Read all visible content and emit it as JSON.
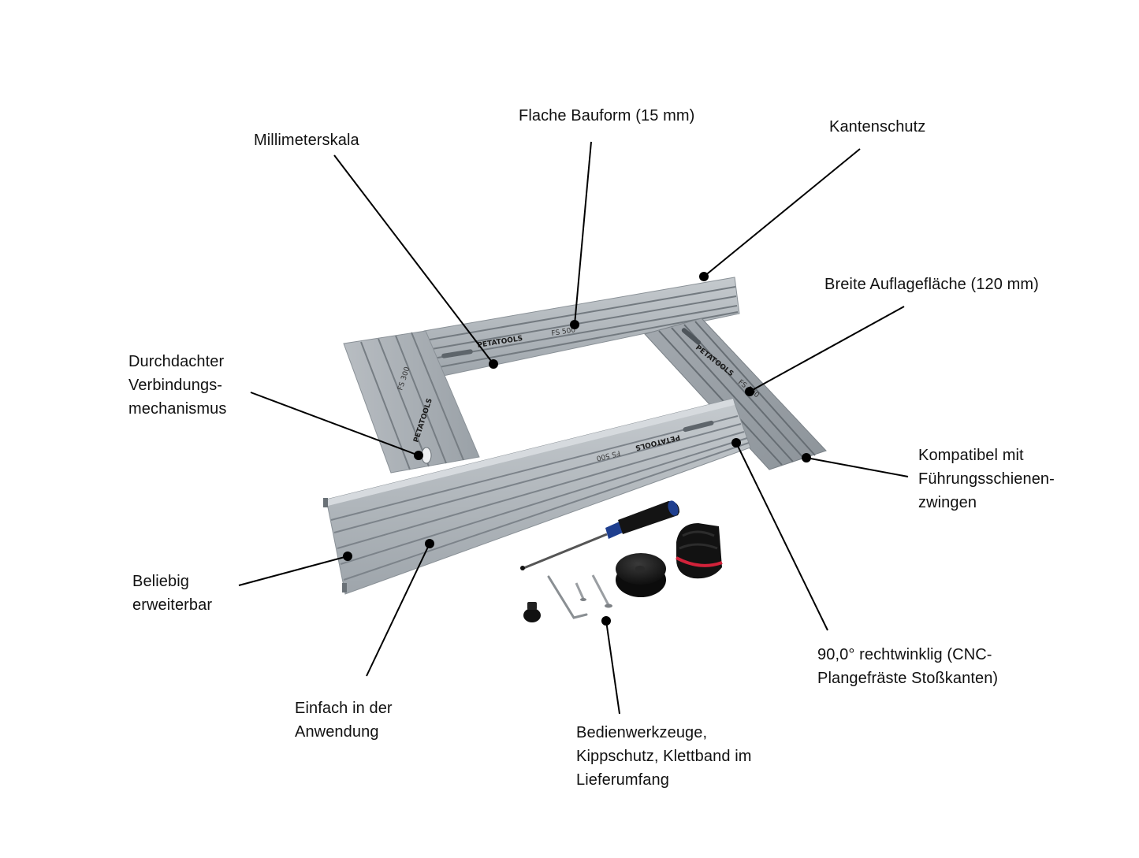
{
  "diagram": {
    "product_brand": "PETATOOLS",
    "rail_models": [
      "FS 500",
      "FS 300"
    ],
    "colors": {
      "aluminium": "#a7adb3",
      "aluminium_light": "#c3c8cd",
      "aluminium_dark": "#7d848b",
      "groove": "#6f767d",
      "callout": "#000000",
      "accessory_black": "#141414",
      "handle_blue": "#1f3f8f",
      "strap_red": "#d2223a"
    },
    "callouts": [
      {
        "id": "millimeterskala",
        "lines": [
          "Millimeterskala"
        ]
      },
      {
        "id": "flache-bauform",
        "lines": [
          "Flache Bauform (15 mm)"
        ]
      },
      {
        "id": "kantenschutz",
        "lines": [
          "Kantenschutz"
        ]
      },
      {
        "id": "breite-auflageflaeche",
        "lines": [
          "Breite Auflagefläche (120 mm)"
        ]
      },
      {
        "id": "verbindungsmechanismus",
        "lines": [
          "Durchdachter",
          "Verbindungs-",
          "mechanismus"
        ]
      },
      {
        "id": "kompatibel",
        "lines": [
          "Kompatibel mit",
          "Führungsschienen-",
          "zwingen"
        ]
      },
      {
        "id": "erweiterbar",
        "lines": [
          "Beliebig",
          "erweiterbar"
        ]
      },
      {
        "id": "rechtwinklig",
        "lines": [
          "90,0° rechtwinklig (CNC-",
          "Plangefräste Stoßkanten)"
        ]
      },
      {
        "id": "einfach",
        "lines": [
          "Einfach in der",
          "Anwendung"
        ]
      },
      {
        "id": "lieferumfang",
        "lines": [
          "Bedienwerkzeuge,",
          "Kippschutz, Klettband im",
          "Lieferumfang"
        ]
      }
    ],
    "accessories": [
      {
        "name": "screwdriver"
      },
      {
        "name": "allen-key"
      },
      {
        "name": "short-screw"
      },
      {
        "name": "long-screw"
      },
      {
        "name": "small-knob"
      },
      {
        "name": "anti-tip-foot"
      },
      {
        "name": "velcro-strap"
      }
    ]
  }
}
